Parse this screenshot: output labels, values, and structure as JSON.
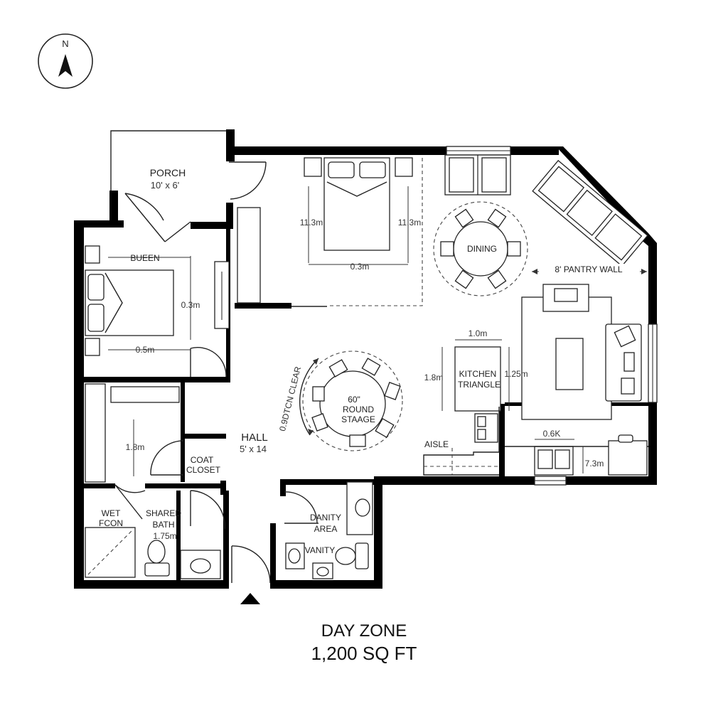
{
  "compass": {
    "label": "N",
    "icon": "north-arrow-icon"
  },
  "rooms": {
    "porch": {
      "name": "PORCH",
      "size": "10' x 6'"
    },
    "bedroom_left": {
      "name": "BUEEN",
      "height_dim": "0.3m",
      "width_dim": "0.5m"
    },
    "bedroom_top": {
      "left_dim": "11.3m",
      "right_dim": "11.3m",
      "bottom_dim": "0.3m"
    },
    "dining": {
      "name": "DINING"
    },
    "pantry": {
      "name": "8' PANTRY WALL"
    },
    "hall": {
      "name": "HALL",
      "size": "5' x 14"
    },
    "round_stage": {
      "line1": "60\"",
      "line2": "ROUND",
      "line3": "STAAGE",
      "clearance": "0.9DTCN CLEAR"
    },
    "kitchen": {
      "line1": "KITCHEN",
      "line2": "TRIANGLE",
      "top_dim": "1.0m",
      "left_dim": "1.8m",
      "right_dim": "1.25m",
      "aisle": "AISLE"
    },
    "counter": {
      "top_dim": "0.6K",
      "right_dim": "7.3m"
    },
    "closet": {
      "dim": "1.8m"
    },
    "coat_closet": {
      "line1": "COAT",
      "line2": "CLOSET"
    },
    "wet_room": {
      "line1": "WET",
      "line2": "FCON"
    },
    "shared_bath": {
      "line1": "SHARED",
      "line2": "BATH",
      "dim": "1.75m"
    },
    "vanity_area": {
      "line1": "DANITY",
      "line2": "AREA",
      "vanity": "VANITY"
    }
  },
  "footer": {
    "title": "DAY ZONE",
    "area": "1,200 SQ FT"
  }
}
